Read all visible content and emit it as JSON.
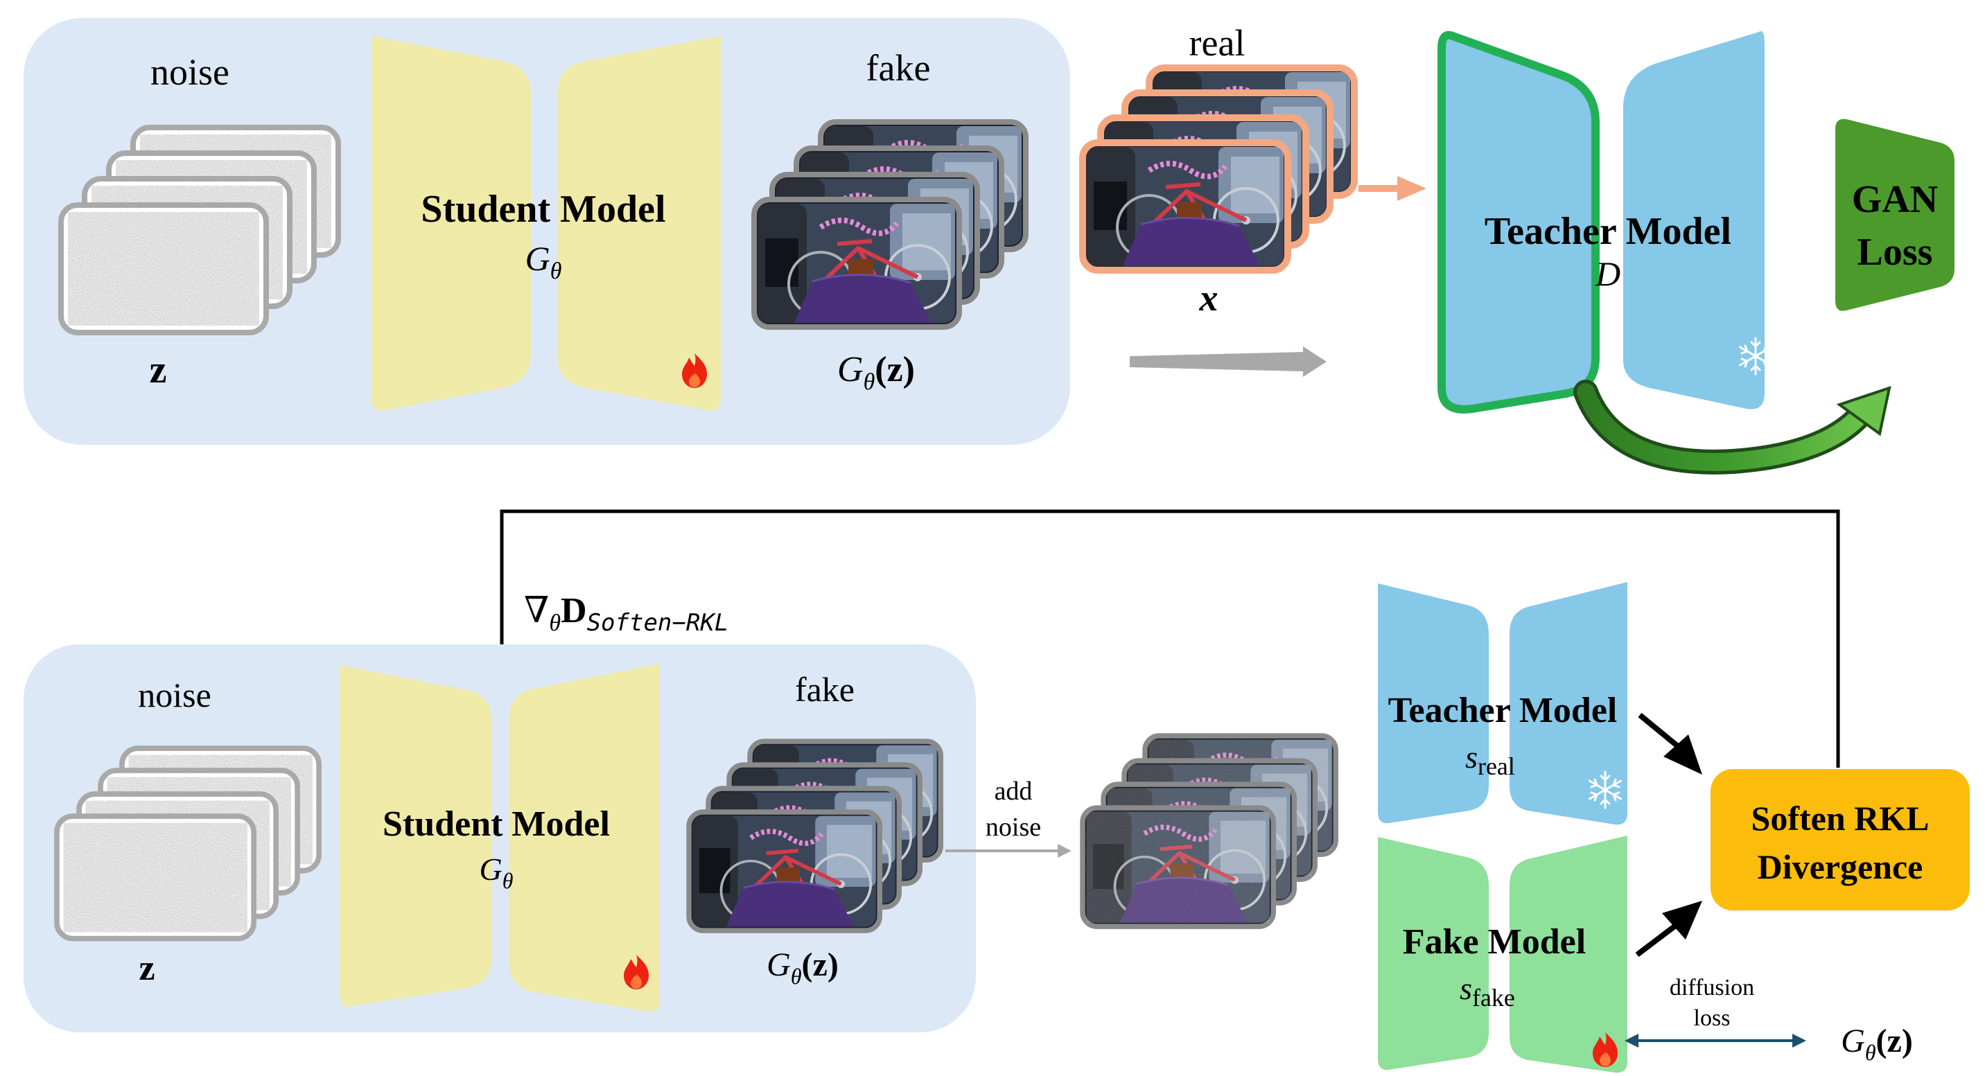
{
  "top": {
    "noise_label": "noise",
    "z_label": "z",
    "student_title": "Student Model",
    "student_sym": "G",
    "student_sub": "θ",
    "fake_label": "fake",
    "fake_expr": {
      "g": "G",
      "sub": "θ",
      "arg": "(z)"
    },
    "real_label": "real",
    "x_label": "x",
    "teacher_title": "Teacher Model",
    "teacher_sym": "D",
    "gan_line1": "GAN",
    "gan_line2": "Loss"
  },
  "feedback": {
    "nabla": "∇",
    "sub": "θ",
    "d": "D",
    "subscript": "Soften−RKL"
  },
  "bottom": {
    "noise_label": "noise",
    "z_label": "z",
    "student_title": "Student Model",
    "student_sym": "G",
    "student_sub": "θ",
    "fake_label": "fake",
    "fake_expr": {
      "g": "G",
      "sub": "θ",
      "arg": "(z)"
    },
    "add_noise_1": "add",
    "add_noise_2": "noise",
    "teacher_title": "Teacher Model",
    "teacher_sym": "s",
    "teacher_sub": "real",
    "fake_model_title": "Fake Model",
    "fake_model_sym": "s",
    "fake_model_sub": "fake",
    "divergence_1": "Soften RKL",
    "divergence_2": "Divergence",
    "diffusion_1": "diffusion",
    "diffusion_2": "loss",
    "diffusion_target": {
      "g": "G",
      "sub": "θ",
      "arg": "(z)"
    }
  },
  "colors": {
    "panel_bg": "#dce8f5",
    "student_yellow": "#f0eaa8",
    "teacher_blue": "#86c8e8",
    "teacher_border_green": "#22b055",
    "gan_green": "#4d9a2c",
    "fake_green": "#8ee09a",
    "divergence_orange": "#fcbc0c",
    "real_frame": "#f4a882",
    "noise_frame": "#aaaaaa",
    "fake_frame": "#888888",
    "arrow_gray": "#a8a8a8",
    "arrow_orange": "#f4a882",
    "curve_green": "#3a8c2a",
    "diffusion_arrow": "#1b4f6e",
    "fire": "#ee2211"
  },
  "icons": [
    "fire-icon",
    "snowflake-icon",
    "noise-image",
    "photo-image"
  ]
}
